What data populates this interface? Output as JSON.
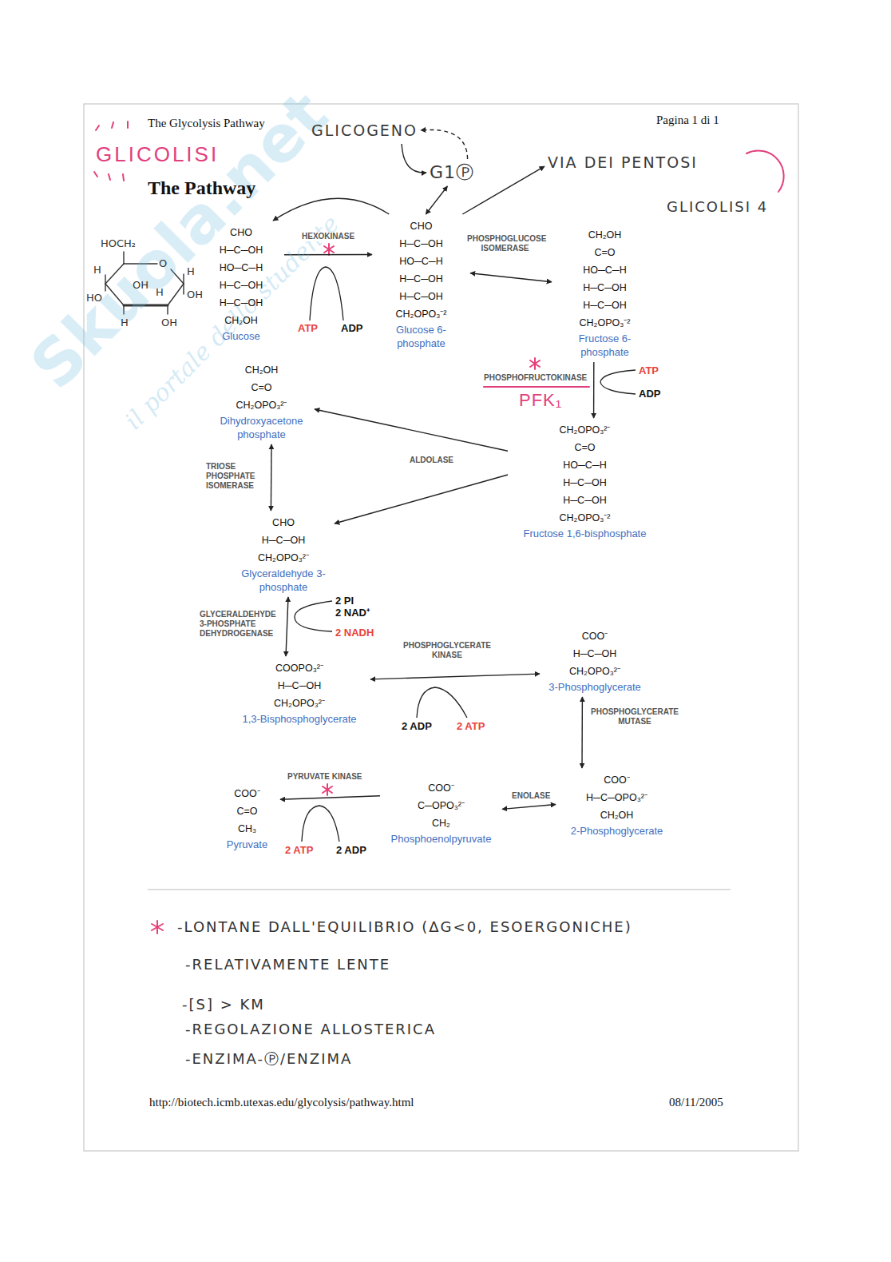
{
  "diagram": {
    "title": "The Pathway",
    "nodes": [
      {
        "text": [
          "GLICOGENO"
        ]
      },
      {
        "text": [
          "G1Ⓟ"
        ]
      },
      {
        "text": [
          "VIA DEI PENTOSI"
        ]
      },
      {
        "text": [
          "CHO H─C─OH HO─C─H H─C─OH H─C─OH CH₂OH",
          "Glucose"
        ]
      },
      {
        "text": [
          "CHO H─C─OH HO─C─H H─C─OH H─C─OH CH₂OPO₃⁻²",
          "Glucose 6-phosphate"
        ]
      },
      {
        "text": [
          "CH₂OH C=O HO─C─H H─C─OH H─C─OH CH₂OPO₃⁻²",
          "Fructose 6-phosphate"
        ]
      },
      {
        "text": [
          "CH₂OH C=O CH₂OPO₃²⁻",
          "Dihydroxyacetone phosphate"
        ]
      },
      {
        "text": [
          "CH₂OPO₃²⁻ C=O HO─C─H H─C─OH H─C─OH CH₂OPO₃⁻²",
          "Fructose 1,6-bisphosphate"
        ]
      },
      {
        "text": [
          "CHO H─C─OH CH₂OPO₃²⁻",
          "Glyceraldehyde 3-phosphate"
        ]
      },
      {
        "text": [
          "COOPO₃²⁻ H─C─OH CH₂OPO₃²⁻",
          "1,3-Bisphosphoglycerate"
        ]
      },
      {
        "text": [
          "COO⁻ H─C─OH CH₂OPO₃²⁻",
          "3-Phosphoglycerate"
        ]
      },
      {
        "text": [
          "COO⁻ C=O CH₃",
          "Pyruvate"
        ]
      },
      {
        "text": [
          "COO⁻ C─OPO₃²⁻ CH₂",
          "Phosphoenolpyruvate"
        ]
      },
      {
        "text": [
          "COO⁻ H─C─OPO₃²⁻ CH₂OH",
          "2-Phosphoglycerate"
        ]
      }
    ],
    "edges": [
      {
        "from": 0,
        "to": 1,
        "arrow": "to"
      },
      {
        "from": 1,
        "to": 0,
        "arrow": "to"
      },
      {
        "from": 1,
        "to": 4,
        "arrow": "both"
      },
      {
        "from": 4,
        "to": 2,
        "arrow": "to"
      },
      {
        "from": 4,
        "to": 3,
        "arrow": "to"
      },
      {
        "from": 3,
        "to": 4,
        "arrow": "to",
        "label": "HEXOKINASE"
      },
      {
        "from": 4,
        "to": 5,
        "arrow": "both",
        "label": "PHOSPHOGLUCOSE ISOMERASE"
      },
      {
        "from": 5,
        "to": 7,
        "arrow": "to",
        "label": "PHOSPHOFRUCTOKINASE"
      },
      {
        "from": 7,
        "to": 6,
        "arrow": "to",
        "label": "ALDOLASE"
      },
      {
        "from": 7,
        "to": 8,
        "arrow": "to"
      },
      {
        "from": 6,
        "to": 8,
        "arrow": "both",
        "label": "TRIOSE PHOSPHATE ISOMERASE"
      },
      {
        "from": 8,
        "to": 9,
        "arrow": "both",
        "label": "GLYCERALDEHYDE 3-PHOSPHATE DEHYDROGENASE"
      },
      {
        "from": 9,
        "to": 10,
        "arrow": "both",
        "label": "PHOSPHOGLYCERATE KINASE"
      },
      {
        "from": 10,
        "to": 13,
        "arrow": "both",
        "label": "PHOSPHOGLYCERATE MUTASE"
      },
      {
        "from": 13,
        "to": 12,
        "arrow": "both",
        "label": "ENOLASE"
      },
      {
        "from": 12,
        "to": 11,
        "arrow": "to",
        "label": "PYRUVATE KINASE"
      }
    ],
    "labels": [
      "The Glycolysis Pathway",
      "Pagina 1 di 1",
      "GLICOLISI",
      "GLICOLISI 4",
      "HOCH₂",
      "O",
      "H",
      "OH",
      "H",
      "HO",
      "H",
      "OH",
      "OH",
      "H",
      "ATP",
      "ADP",
      "PFK₁",
      "ATP",
      "ADP",
      "2 PI",
      "2 NAD⁺",
      "2 NADH",
      "2 ADP",
      "2 ATP",
      "2 ATP",
      "2 ADP",
      "-LONTANE DALL'EQUILIBRIO (ΔG<0, ESOERGONICHE)",
      "-RELATIVAMENTE LENTE",
      "-[S] > KM",
      "-REGOLAZIONE ALLOSTERICA",
      "-ENZIMA-Ⓟ/ENZIMA",
      "http://biotech.icmb.utexas.edu/glycolysis/pathway.html",
      "08/11/2005",
      "Skuola.net",
      "il portale dello studente"
    ]
  }
}
